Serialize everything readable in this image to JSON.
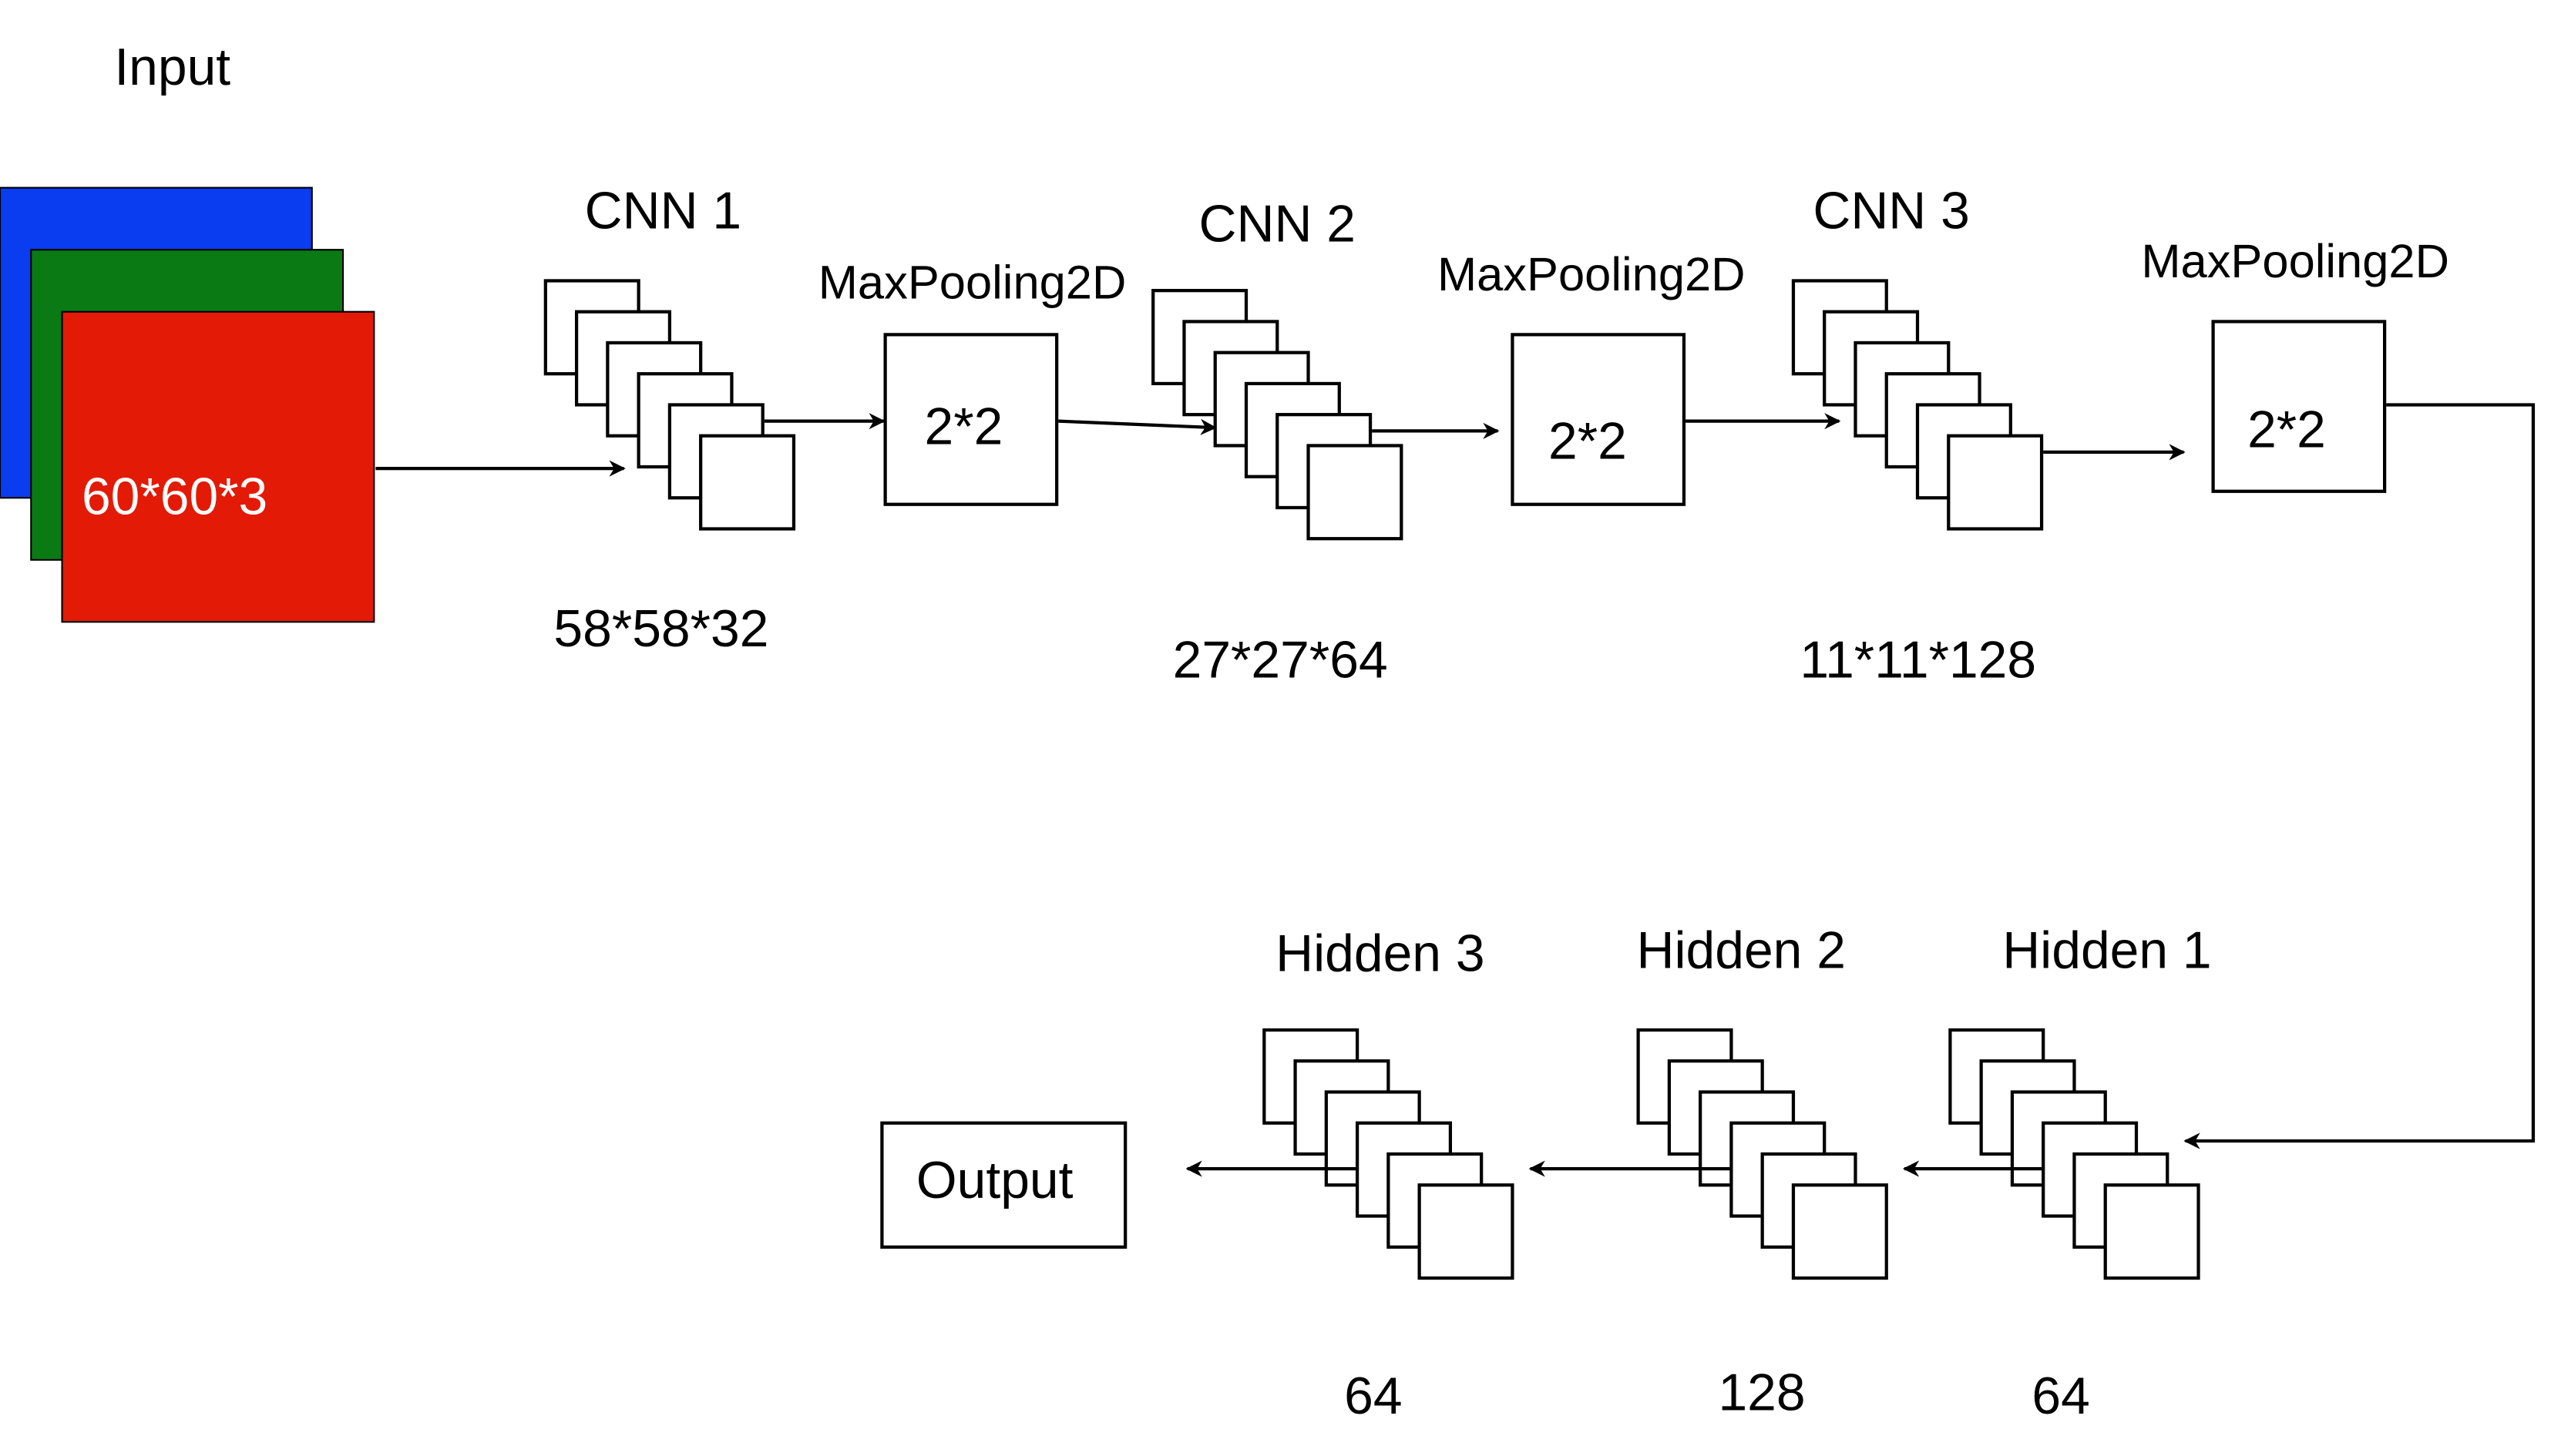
{
  "input": {
    "label": "Input",
    "dims": "60*60*3",
    "channel_colors": [
      "#0a3cf0",
      "#0a7a14",
      "#e31a06"
    ]
  },
  "conv_layers": [
    {
      "name": "CNN 1",
      "shape": "58*58*32"
    },
    {
      "name": "CNN 2",
      "shape": "27*27*64"
    },
    {
      "name": "CNN 3",
      "shape": "11*11*128"
    }
  ],
  "pool_layers": [
    {
      "name": "MaxPooling2D",
      "size": "2*2"
    },
    {
      "name": "MaxPooling2D",
      "size": "2*2"
    },
    {
      "name": "MaxPooling2D",
      "size": "2*2"
    }
  ],
  "hidden_layers": [
    {
      "name": "Hidden 1",
      "units": "64"
    },
    {
      "name": "Hidden 2",
      "units": "128"
    },
    {
      "name": "Hidden 3",
      "units": "64"
    }
  ],
  "output": {
    "label": "Output"
  }
}
